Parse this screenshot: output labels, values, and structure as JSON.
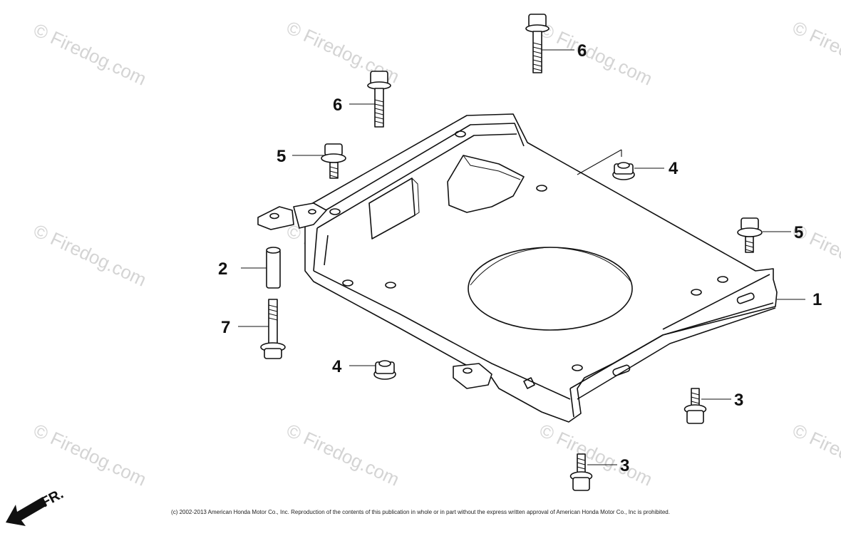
{
  "watermark": "© Firedog.com",
  "direction_label": "FR.",
  "copyright": "(c) 2002-2013 American Honda Motor Co., Inc. Reproduction of the contents of this publication in whole or in part without the express written approval of American Honda Motor Co., Inc is prohibited.",
  "callouts": {
    "c1": "1",
    "c2": "2",
    "c3a": "3",
    "c3b": "3",
    "c4a": "4",
    "c4b": "4",
    "c5a": "5",
    "c5b": "5",
    "c6a": "6",
    "c6b": "6",
    "c7": "7"
  }
}
